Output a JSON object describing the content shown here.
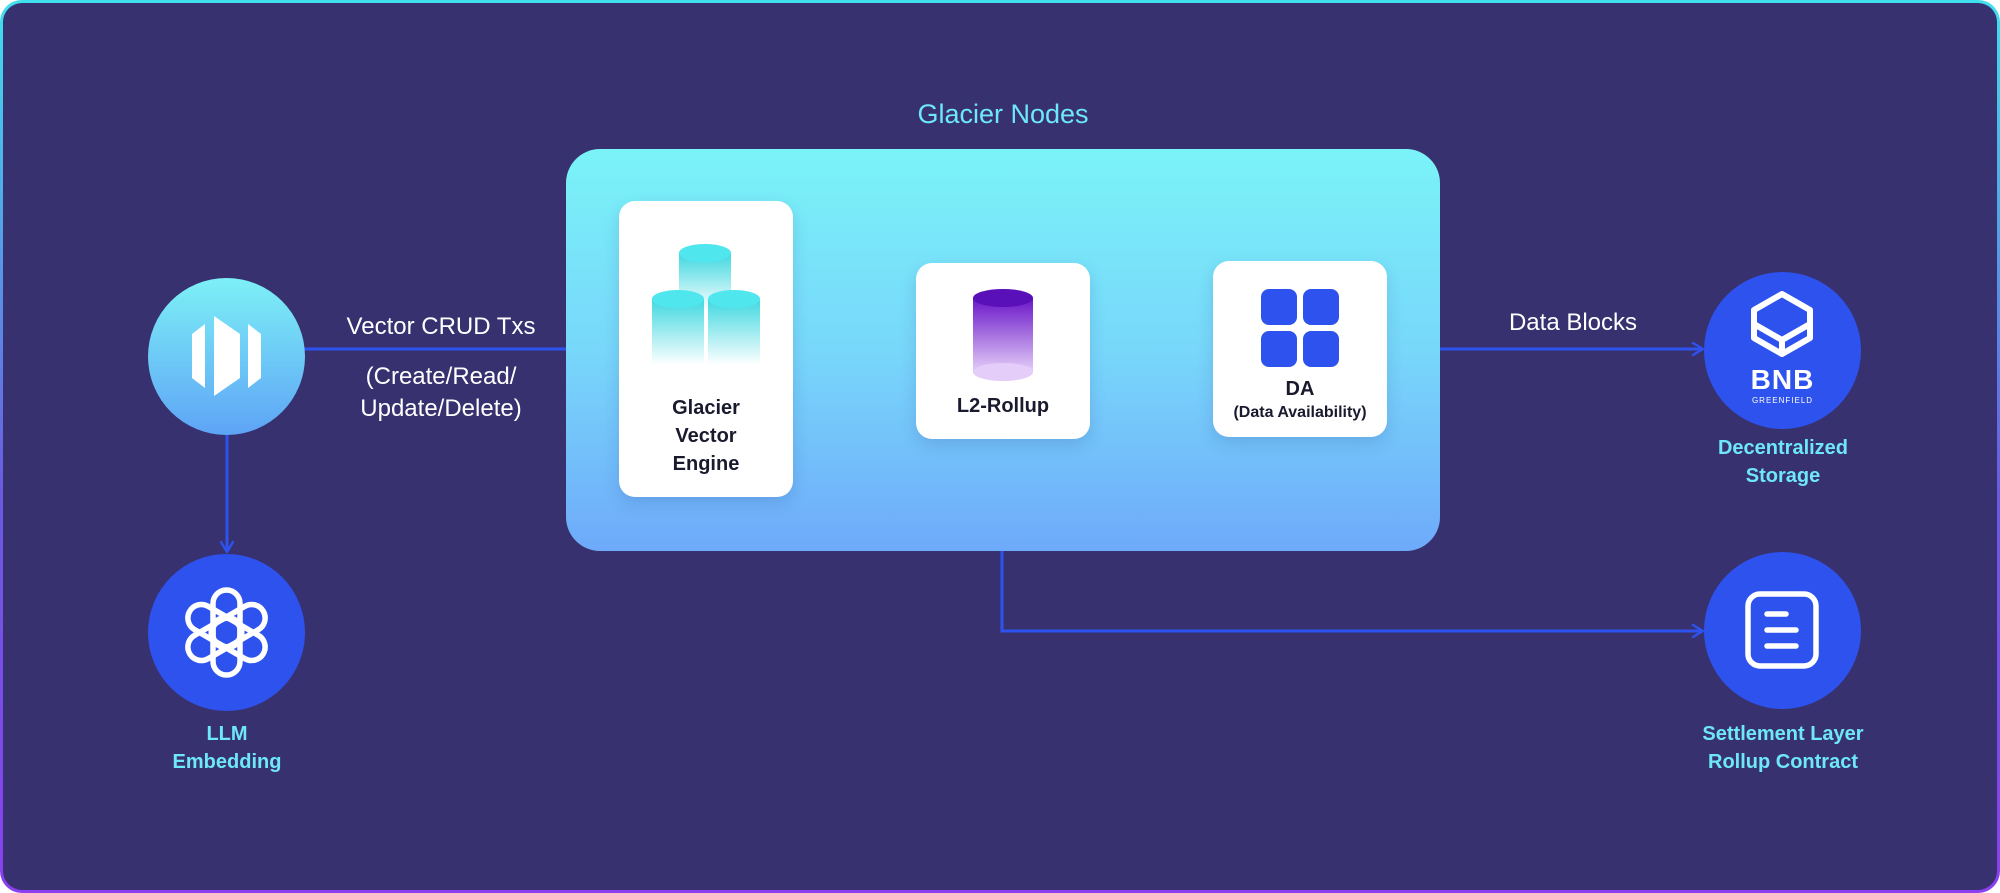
{
  "title": "Glacier Nodes",
  "engine": {
    "label_line1": "Glacier",
    "label_line2": "Vector",
    "label_line3": "Engine"
  },
  "rollup": {
    "label": "L2-Rollup"
  },
  "da": {
    "label": "DA",
    "sublabel": "(Data Availability)"
  },
  "edges": {
    "crud_line1": "Vector CRUD Txs",
    "crud_line2": "(Create/Read/",
    "crud_line3": "Update/Delete)",
    "data_blocks": "Data Blocks"
  },
  "llm": {
    "label_line1": "LLM",
    "label_line2": "Embedding"
  },
  "storage": {
    "logo_text": "BNB",
    "logo_subtext": "GREENFIELD",
    "label_line1": "Decentralized",
    "label_line2": "Storage"
  },
  "settlement": {
    "label_line1": "Settlement Layer",
    "label_line2": "Rollup Contract"
  },
  "icons": {
    "client": "vector-client-icon",
    "llm": "openai-icon",
    "engine": "database-cylinders-icon",
    "rollup": "rollup-cylinder-icon",
    "da": "grid-icon",
    "storage": "bnb-greenfield-logo",
    "settlement": "document-icon"
  },
  "colors": {
    "background": "#373170",
    "accent_cyan": "#6ee7f7",
    "arrow_blue": "#2e52ee",
    "node_blue": "#2e52ee"
  }
}
